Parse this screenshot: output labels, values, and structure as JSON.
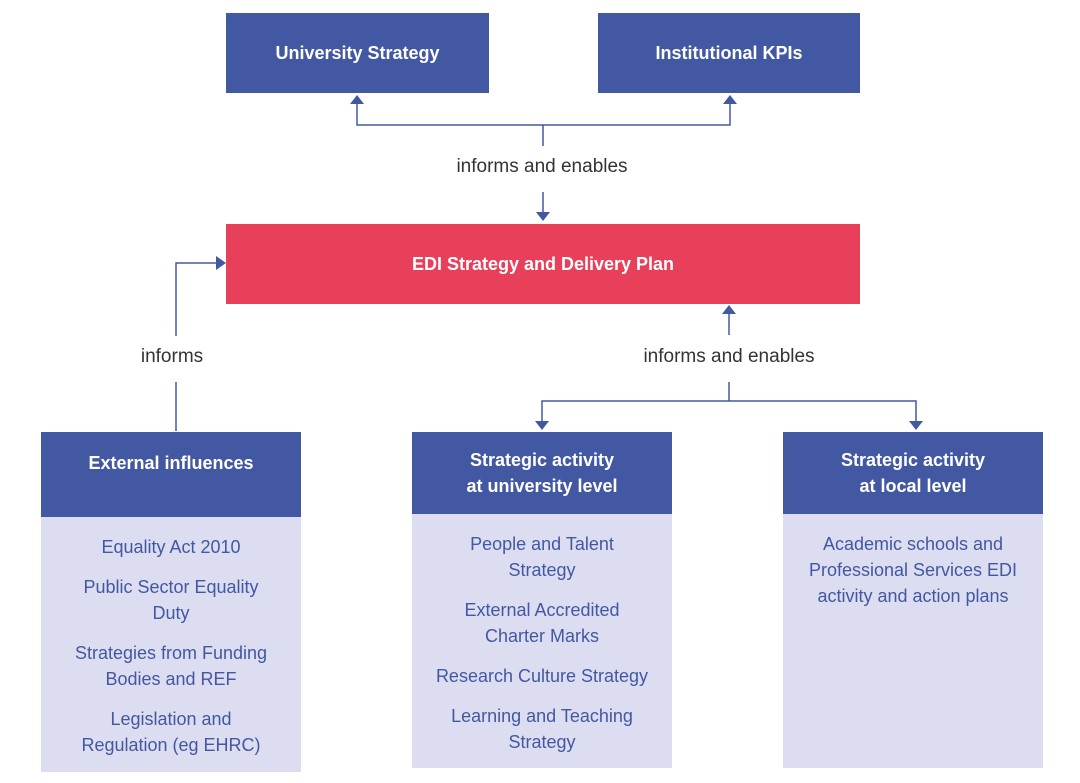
{
  "top_boxes": {
    "university_strategy": "University Strategy",
    "institutional_kpis": "Institutional KPIs"
  },
  "center_box": "EDI Strategy and Delivery Plan",
  "connector_labels": {
    "top": "informs and enables",
    "left": "informs",
    "right": "informs and enables"
  },
  "external": {
    "title": "External influences",
    "items": [
      "Equality Act 2010",
      "Public Sector Equality Duty",
      "Strategies from Funding Bodies and REF",
      "Legislation and Regulation (eg EHRC)"
    ]
  },
  "university_level": {
    "title_line1": "Strategic activity",
    "title_line2": "at university level",
    "items": [
      "People and Talent Strategy",
      "External Accredited Charter Marks",
      "Research Culture Strategy",
      "Learning and Teaching Strategy"
    ]
  },
  "local_level": {
    "title_line1": "Strategic activity",
    "title_line2": "at local level",
    "items": [
      "Academic schools and Professional Services EDI activity and action plans"
    ]
  },
  "colors": {
    "blue": "#4358a3",
    "red": "#e8405a",
    "light": "#dcddf0"
  }
}
